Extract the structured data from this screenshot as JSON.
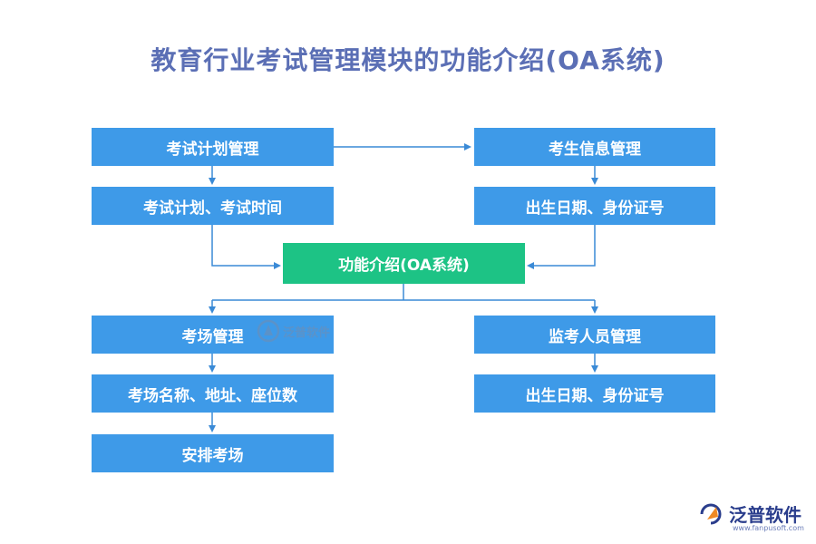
{
  "title": "教育行业考试管理模块的功能介绍(OA系统)",
  "nodes": {
    "exam_plan": "考试计划管理",
    "exam_plan_detail": "考试计划、考试时间",
    "candidate_info": "考生信息管理",
    "candidate_detail": "出生日期、身份证号",
    "center": "功能介绍(OA系统)",
    "venue": "考场管理",
    "venue_detail": "考场名称、地址、座位数",
    "arrange": "安排考场",
    "invigilator": "监考人员管理",
    "invigilator_detail": "出生日期、身份证号"
  },
  "watermark": {
    "text": "泛普软件"
  },
  "logo": {
    "text": "泛普软件",
    "url": "www.fanpusoft.com"
  },
  "colors": {
    "box": "#3e9ae8",
    "center": "#1dc385",
    "arrow": "#3a8ad6",
    "title": "#5b6fb5"
  }
}
